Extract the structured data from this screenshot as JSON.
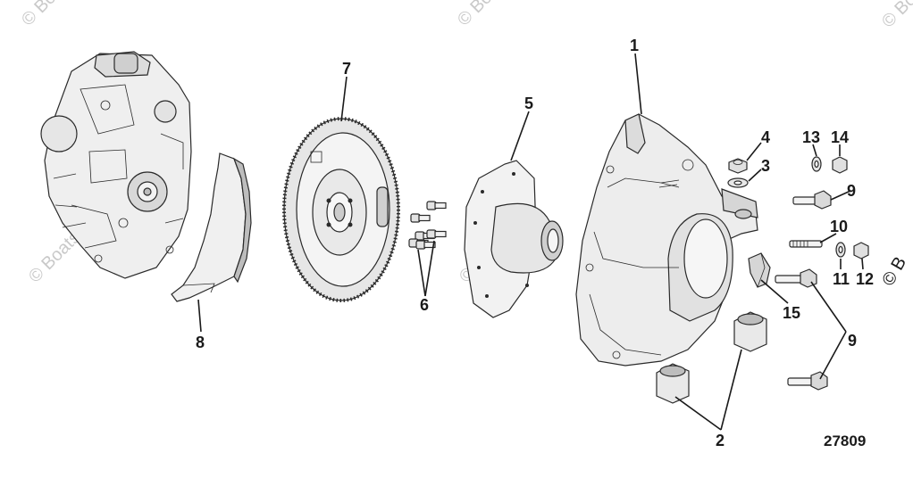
{
  "watermark": {
    "text": "© Boats.net"
  },
  "copyright_mark": "© B",
  "figure_number": "27809",
  "callouts": [
    "1",
    "2",
    "3",
    "4",
    "5",
    "6",
    "7",
    "8",
    "9",
    "9",
    "10",
    "11",
    "12",
    "13",
    "14",
    "15"
  ],
  "colors": {
    "ink": "#1a1a1a",
    "part_fill": "#ececec",
    "shade": "#bdbdbd",
    "watermark": "#c9c9c9"
  }
}
